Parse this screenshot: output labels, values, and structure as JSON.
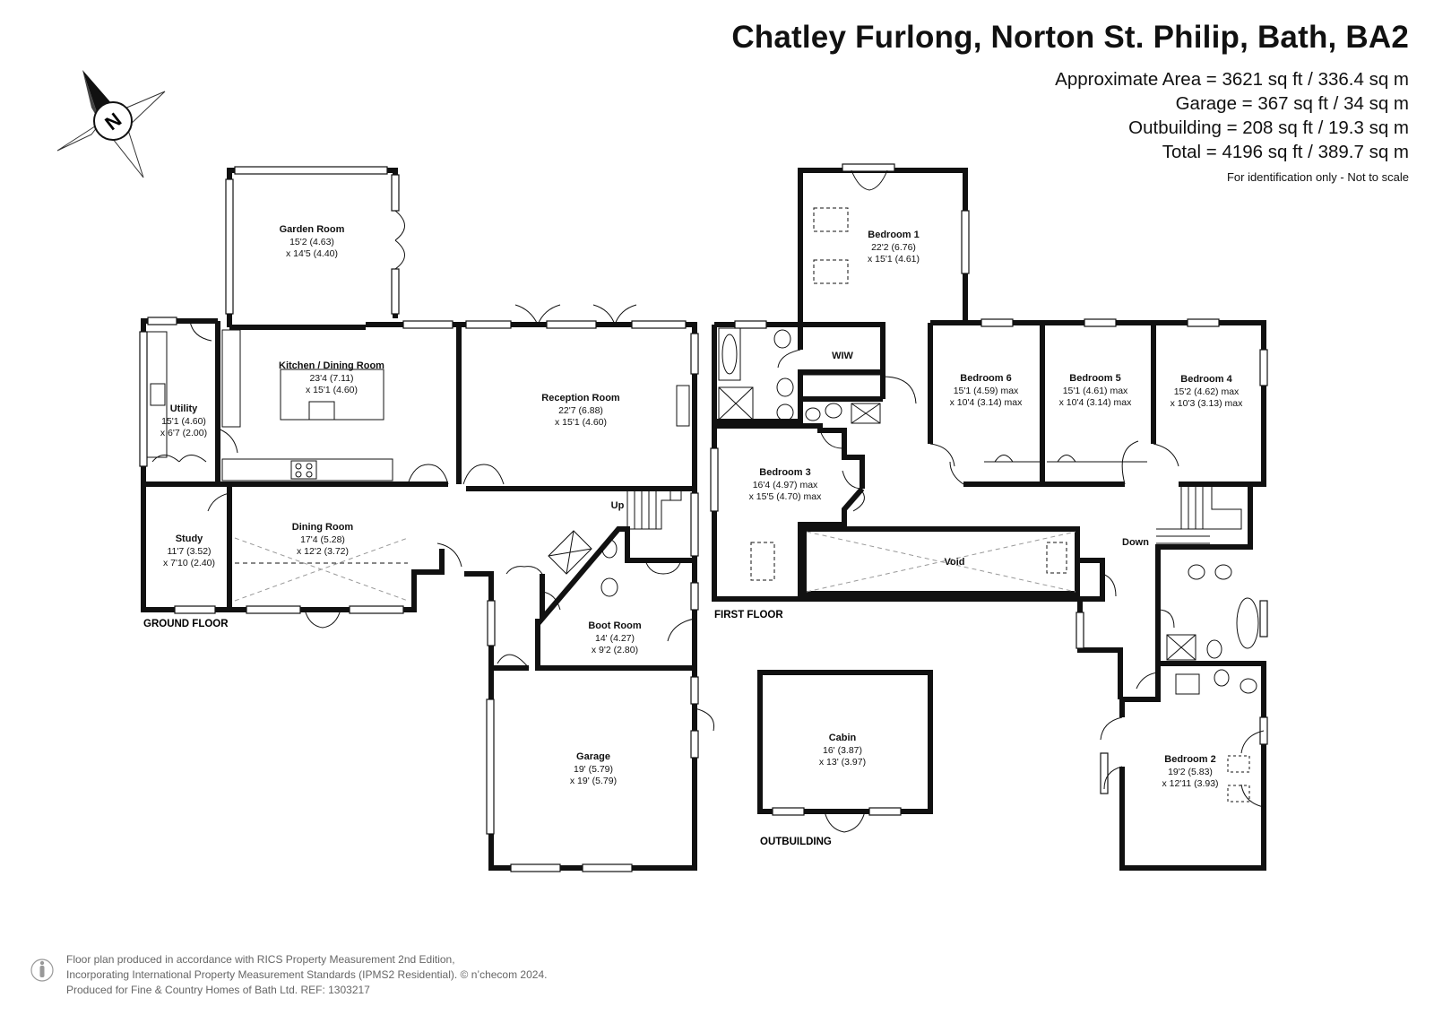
{
  "header": {
    "title": "Chatley Furlong, Norton St. Philip, Bath, BA2",
    "areas": [
      "Approximate Area = 3621 sq ft / 336.4 sq m",
      "Garage = 367 sq ft / 34 sq m",
      "Outbuilding = 208 sq ft / 19.3 sq m",
      "Total = 4196 sq ft / 389.7 sq m"
    ],
    "note": "For identification only - Not to scale"
  },
  "compass": {
    "label": "N"
  },
  "floors": {
    "ground": "GROUND FLOOR",
    "first": "FIRST FLOOR",
    "outbuilding": "OUTBUILDING"
  },
  "stairs": {
    "up": "Up",
    "down": "Down"
  },
  "rooms": {
    "garden_room": {
      "name": "Garden Room",
      "dim1": "15'2 (4.63)",
      "dim2": "x 14'5 (4.40)"
    },
    "kitchen": {
      "name": "Kitchen / Dining Room",
      "dim1": "23'4 (7.11)",
      "dim2": "x 15'1 (4.60)"
    },
    "utility": {
      "name": "Utility",
      "dim1": "15'1 (4.60)",
      "dim2": "x 6'7 (2.00)"
    },
    "reception": {
      "name": "Reception Room",
      "dim1": "22'7 (6.88)",
      "dim2": "x 15'1 (4.60)"
    },
    "study": {
      "name": "Study",
      "dim1": "11'7 (3.52)",
      "dim2": "x 7'10 (2.40)"
    },
    "dining": {
      "name": "Dining Room",
      "dim1": "17'4 (5.28)",
      "dim2": "x 12'2 (3.72)"
    },
    "boot_room": {
      "name": "Boot Room",
      "dim1": "14' (4.27)",
      "dim2": "x 9'2 (2.80)"
    },
    "garage": {
      "name": "Garage",
      "dim1": "19' (5.79)",
      "dim2": "x 19' (5.79)"
    },
    "cabin": {
      "name": "Cabin",
      "dim1": "16' (3.87)",
      "dim2": "x 13' (3.97)"
    },
    "bedroom1": {
      "name": "Bedroom 1",
      "dim1": "22'2 (6.76)",
      "dim2": "x 15'1 (4.61)"
    },
    "wiw": {
      "name": "WIW"
    },
    "bedroom6": {
      "name": "Bedroom 6",
      "dim1": "15'1 (4.59) max",
      "dim2": "x 10'4 (3.14) max"
    },
    "bedroom5": {
      "name": "Bedroom 5",
      "dim1": "15'1 (4.61) max",
      "dim2": "x 10'4 (3.14) max"
    },
    "bedroom4": {
      "name": "Bedroom 4",
      "dim1": "15'2 (4.62) max",
      "dim2": "x 10'3 (3.13) max"
    },
    "bedroom3": {
      "name": "Bedroom 3",
      "dim1": "16'4 (4.97) max",
      "dim2": "x 15'5 (4.70) max"
    },
    "void": {
      "name": "Void"
    },
    "bedroom2": {
      "name": "Bedroom 2",
      "dim1": "19'2 (5.83)",
      "dim2": "x 12'11 (3.93)"
    }
  },
  "footer": {
    "lines": [
      "Floor plan produced in accordance with RICS Property Measurement 2nd Edition,",
      "Incorporating International Property Measurement Standards (IPMS2 Residential).  © n’checom 2024.",
      "Produced for Fine & Country Homes of Bath Ltd.  REF:  1303217"
    ]
  }
}
